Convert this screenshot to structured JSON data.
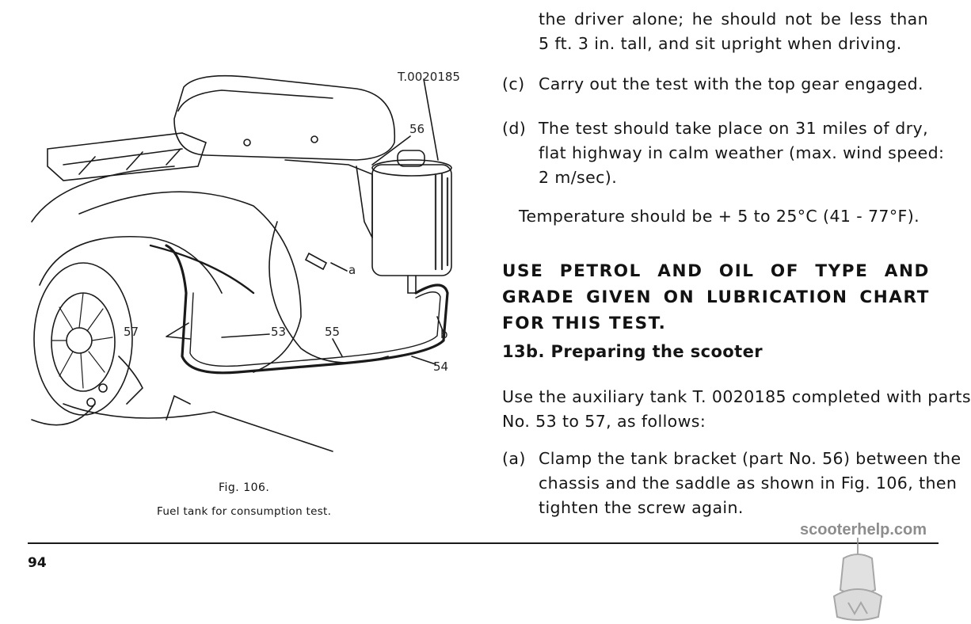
{
  "figure": {
    "part_number": "T.0020185",
    "callouts": {
      "c56": "56",
      "c57": "57",
      "c53": "53",
      "c55": "55",
      "c54": "54",
      "ca": "a",
      "cb": "b"
    },
    "number": "Fig. 106.",
    "caption": "Fuel tank for consumption test."
  },
  "top_para": {
    "lines": [
      "the driver alone; he should not be less than",
      "5 ft. 3 in. tall, and sit upright when driving."
    ]
  },
  "item_c": {
    "marker": "(c)",
    "text": "Carry out the test with the top gear engaged."
  },
  "item_d": {
    "marker": "(d)",
    "lines": [
      "The test should take place on 31 miles of dry,",
      "flat highway in calm weather (max. wind speed:",
      "2 m/sec)."
    ]
  },
  "temperature": "Temperature should be + 5 to 25°C (41 - 77°F).",
  "heading_lines": [
    "USE PETROL AND OIL OF TYPE AND",
    "GRADE GIVEN ON LUBRICATION CHART",
    "FOR THIS TEST."
  ],
  "section_title": "13b. Preparing the scooter",
  "intro_lines": [
    "Use the auxiliary tank T. 0020185 completed with parts",
    "No. 53 to 57, as follows:"
  ],
  "item_a": {
    "marker": "(a)",
    "lines": [
      "Clamp the tank bracket (part No. 56) between the",
      "chassis and the saddle as shown in Fig. 106, then",
      "tighten the screw again."
    ]
  },
  "page_number": "94",
  "watermark": "scooterhelp.com"
}
